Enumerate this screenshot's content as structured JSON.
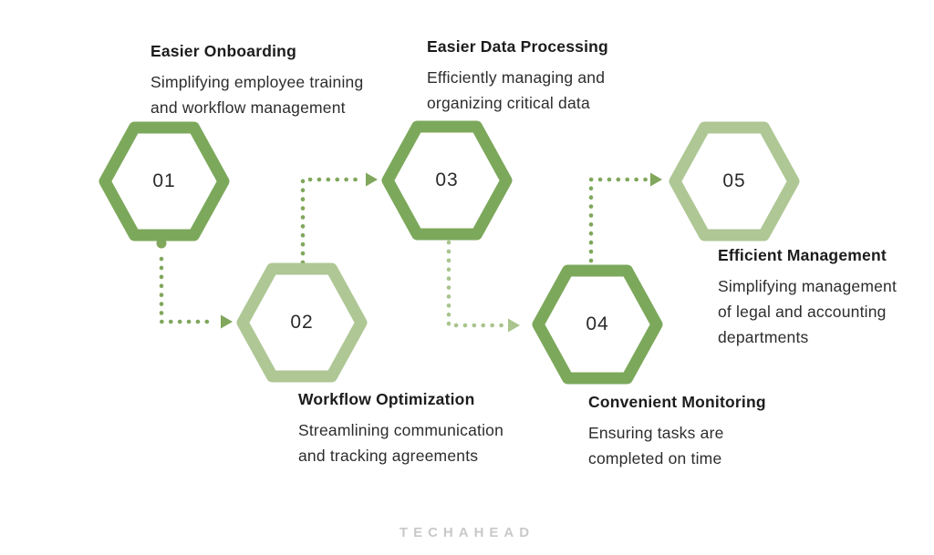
{
  "colors": {
    "background": "#ffffff",
    "hex_medium": "#7ca85b",
    "hex_light": "#aec794",
    "connector_medium": "#80a75c",
    "connector_light": "#a9c48c",
    "text_dark": "#212121",
    "logo_gray": "#c9c9c9"
  },
  "steps": [
    {
      "number": "01",
      "title": "Easier Onboarding",
      "description": [
        "Simplifying employee training",
        "and workflow management"
      ],
      "tone": "medium"
    },
    {
      "number": "02",
      "title": "Workflow Optimization",
      "description": [
        "Streamlining communication",
        "and tracking agreements"
      ],
      "tone": "light"
    },
    {
      "number": "03",
      "title": "Easier Data Processing",
      "description": [
        "Efficiently managing and",
        "organizing critical data"
      ],
      "tone": "medium"
    },
    {
      "number": "04",
      "title": "Convenient Monitoring",
      "description": [
        "Ensuring tasks are",
        "completed on time"
      ],
      "tone": "medium"
    },
    {
      "number": "05",
      "title": "Efficient Management",
      "description": [
        "Simplifying management",
        "of legal and accounting",
        "departments"
      ],
      "tone": "light"
    }
  ],
  "footer": {
    "logo_text": "TECHAHEAD"
  }
}
